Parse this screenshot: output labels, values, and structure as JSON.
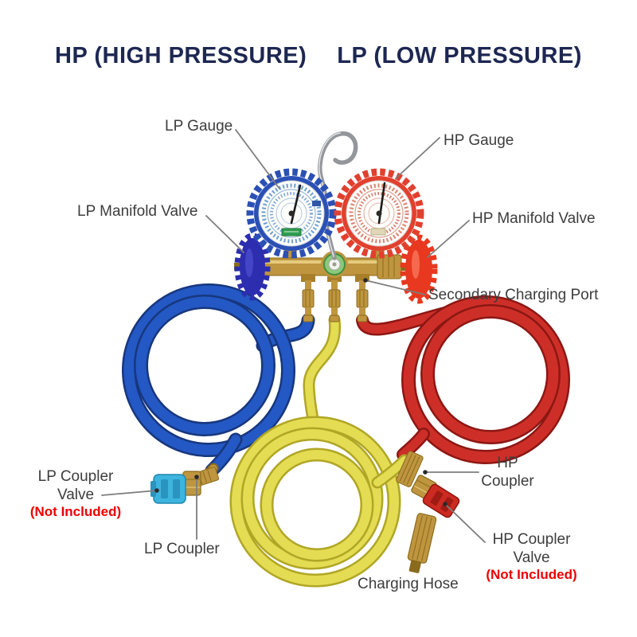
{
  "title": {
    "left": "HP (HIGH PRESSURE)",
    "right": "LP (LOW PRESSURE)"
  },
  "callouts": {
    "lp_gauge": {
      "label": "LP Gauge"
    },
    "hp_gauge": {
      "label": "HP Gauge"
    },
    "lp_manifold_valve": {
      "label": "LP Manifold Valve"
    },
    "hp_manifold_valve": {
      "label": "HP Manifold Valve"
    },
    "secondary_charging_port": {
      "label": "Secondary Charging Port"
    },
    "lp_coupler_valve": {
      "line1": "LP Coupler",
      "line2": "Valve",
      "note": "(Not Included)"
    },
    "lp_coupler": {
      "label": "LP Coupler"
    },
    "hp_coupler": {
      "line1": "HP",
      "line2": "Coupler"
    },
    "hp_coupler_valve": {
      "line1": "HP Coupler",
      "line2": "Valve",
      "note": "(Not Included)"
    },
    "charging_hose": {
      "label": "Charging Hose"
    }
  },
  "colors": {
    "title_text": "#1d2752",
    "label_text": "#3d3d3d",
    "not_included_text": "#ee0000",
    "leader_line": "#7d7d7d",
    "leader_dot": "#2a2a2a",
    "blue_hose": "#2458c4",
    "blue_hose_dark": "#17377e",
    "red_hose": "#cd2f28",
    "red_hose_dark": "#8c1713",
    "yellow_hose": "#e4dc52",
    "yellow_hose_dark": "#b0a626",
    "lp_boot": "#2b50b5",
    "hp_boot": "#e2402e",
    "lp_knob": "#2d2db0",
    "hp_knob": "#e8381f",
    "brass": "#bf953f",
    "brass_dark": "#8a6a1c",
    "brass_light": "#ecd488",
    "chrome": "#93979b",
    "lp_coupler_body": "#3db4de",
    "hp_coupler_body": "#cc2b22",
    "sight_glass_green": "#8cc87c"
  }
}
